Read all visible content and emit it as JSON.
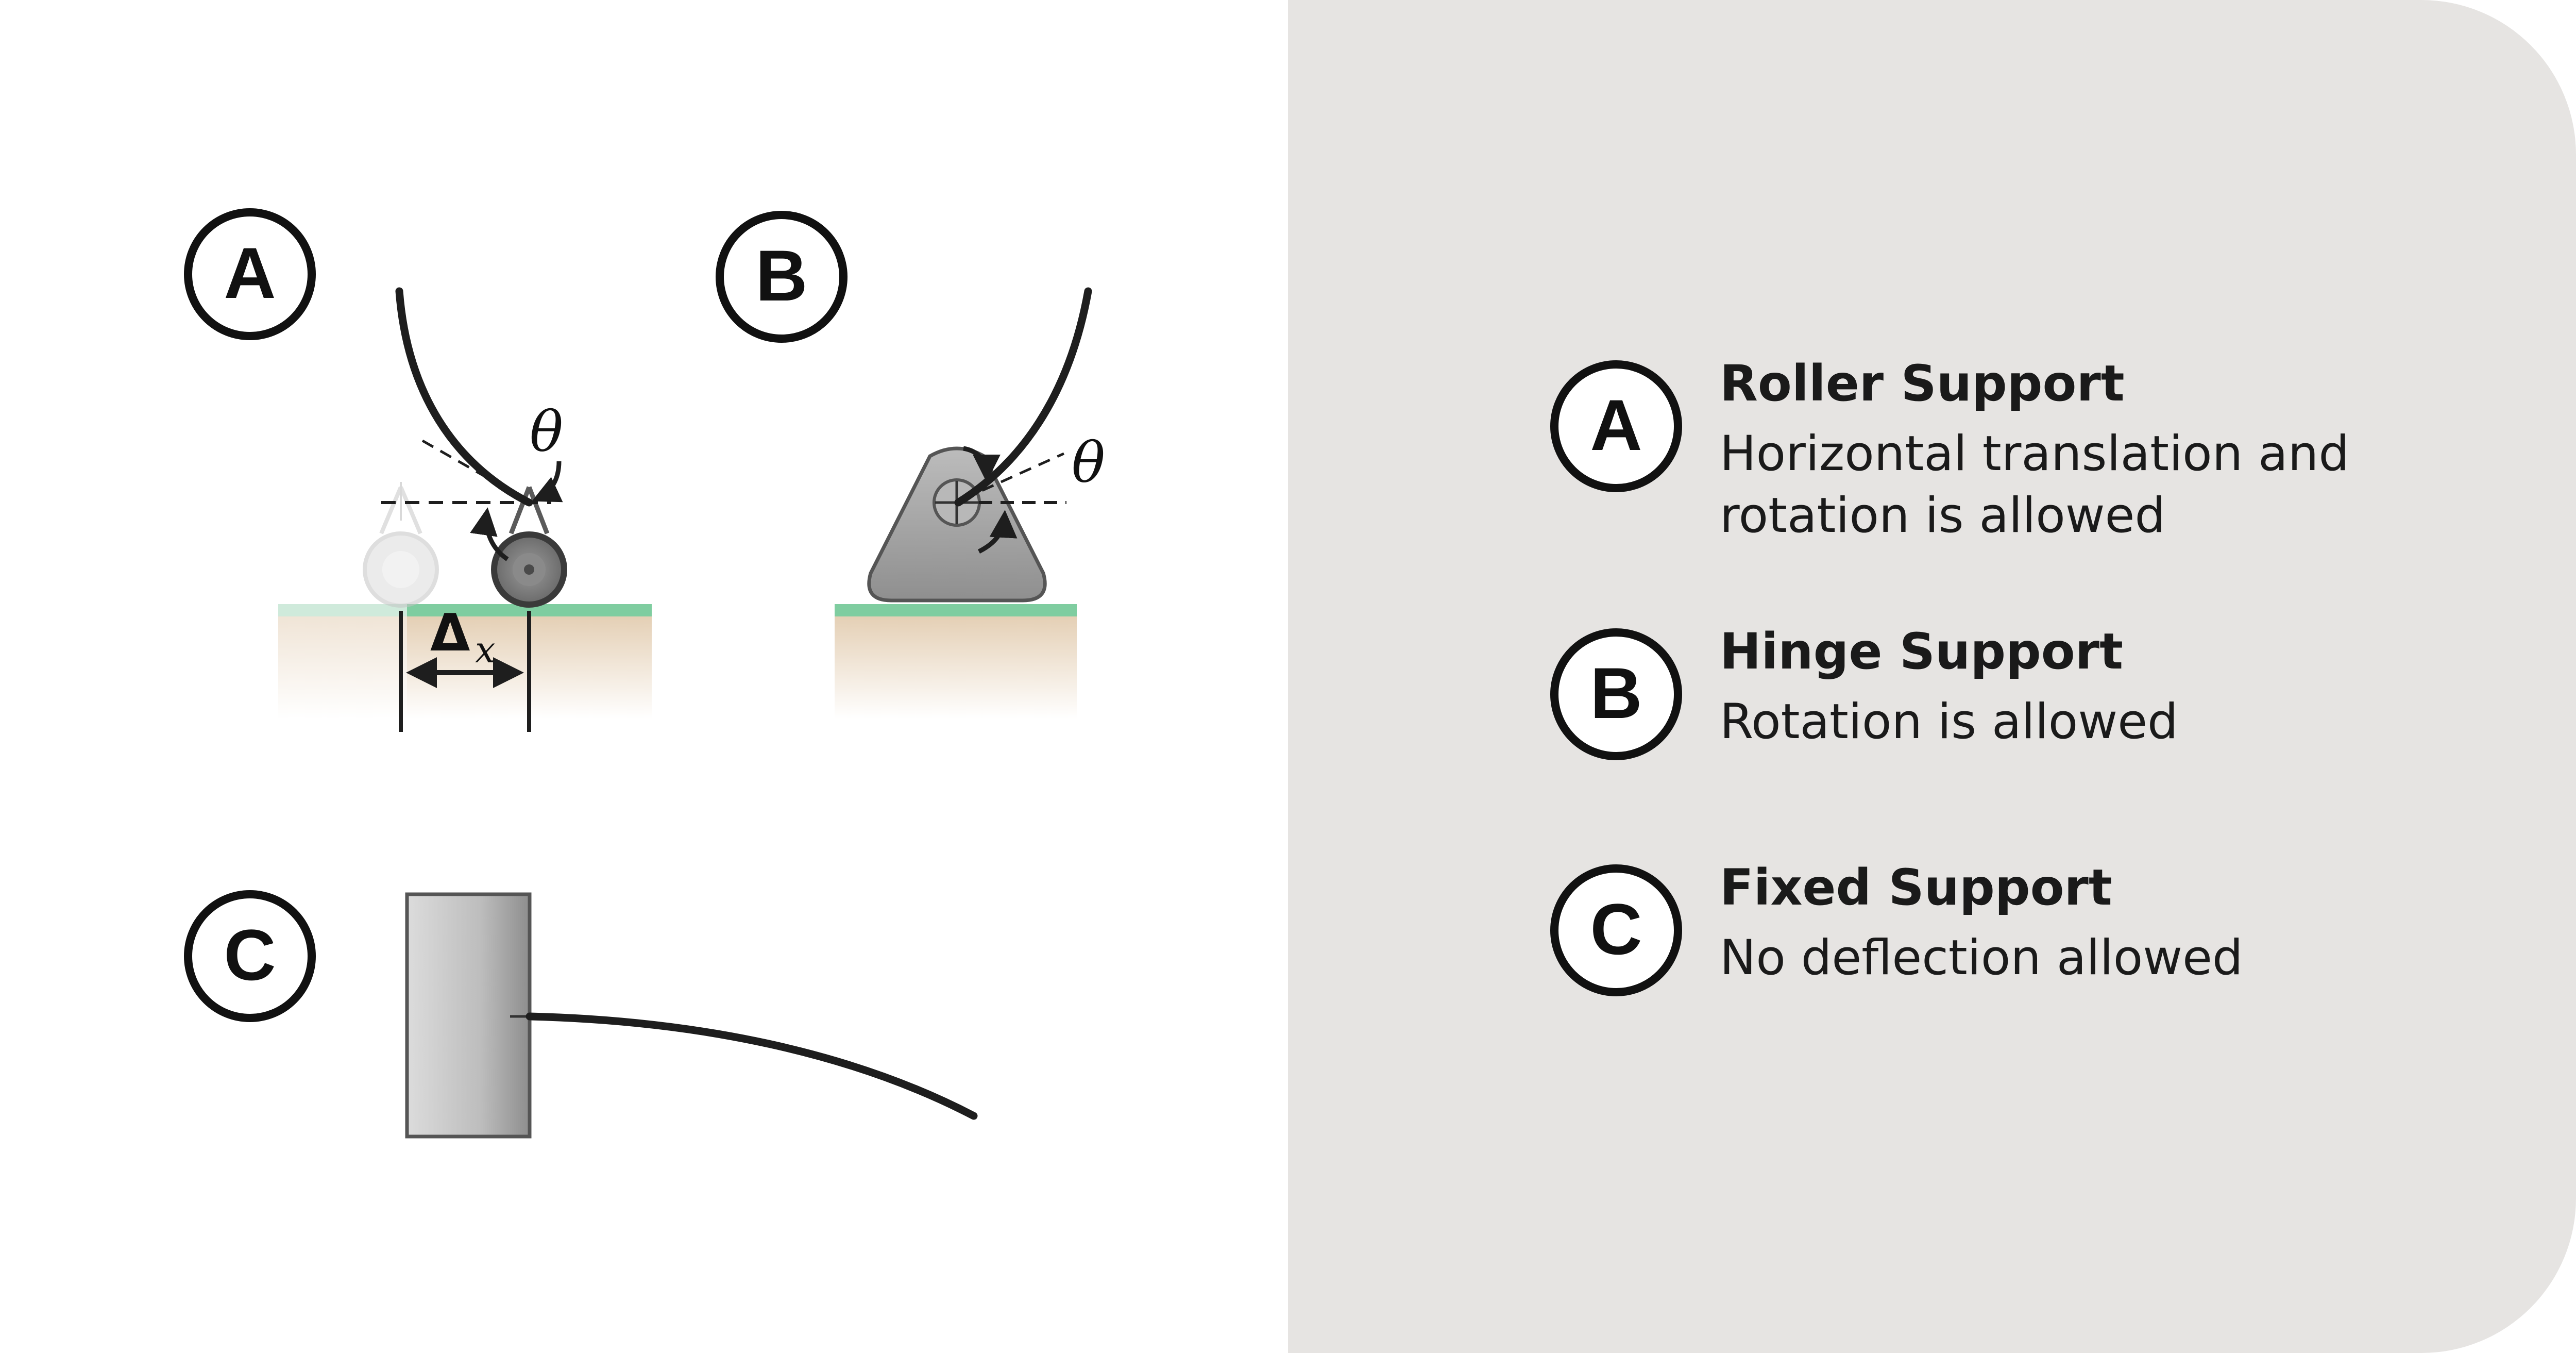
{
  "markers": {
    "a": "A",
    "b": "B",
    "c": "C"
  },
  "diagram_labels": {
    "theta_a": "θ",
    "theta_b": "θ",
    "delta": "Δ",
    "delta_subscript": "x"
  },
  "legend": [
    {
      "marker": "A",
      "title": "Roller Support",
      "description_lines": [
        "Horizontal translation and",
        "rotation is allowed"
      ]
    },
    {
      "marker": "B",
      "title": "Hinge Support",
      "description_lines": [
        "Rotation is allowed"
      ]
    },
    {
      "marker": "C",
      "title": "Fixed Support",
      "description_lines": [
        "No deflection allowed"
      ]
    }
  ],
  "colors": {
    "panel_background": "#e6e4e2",
    "ground_surface": "#7fcda0",
    "ground_soil": "#e3cdb1",
    "line": "#1e1e1e"
  }
}
